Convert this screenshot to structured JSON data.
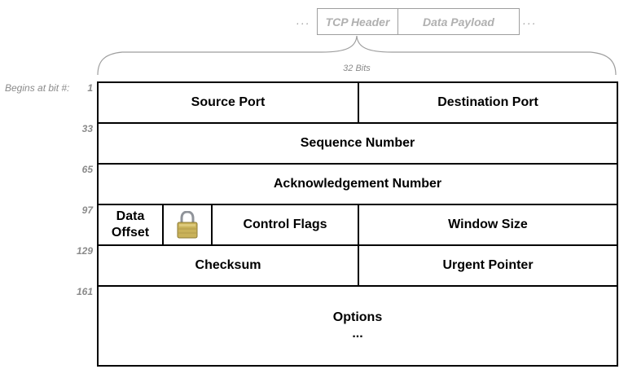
{
  "context": {
    "dots": "...",
    "tcp_header": "TCP Header",
    "data_payload": "Data Payload"
  },
  "bits_label": "32 Bits",
  "begins_label": "Begins at bit #:",
  "row_numbers": [
    "1",
    "33",
    "65",
    "97",
    "129",
    "161"
  ],
  "fields": {
    "source_port": "Source Port",
    "destination_port": "Destination Port",
    "sequence_number": "Sequence Number",
    "acknowledgement_number": "Acknowledgement Number",
    "data_offset_line1": "Data",
    "data_offset_line2": "Offset",
    "reserved_icon": "lock-icon",
    "control_flags": "Control Flags",
    "window_size": "Window Size",
    "checksum": "Checksum",
    "urgent_pointer": "Urgent Pointer",
    "options": "Options",
    "options_more": "..."
  },
  "colors": {
    "border": "#000000",
    "muted_text": "#8a8a8a",
    "context_text": "#b0b0b0",
    "lock_body": "#c9b25a"
  }
}
